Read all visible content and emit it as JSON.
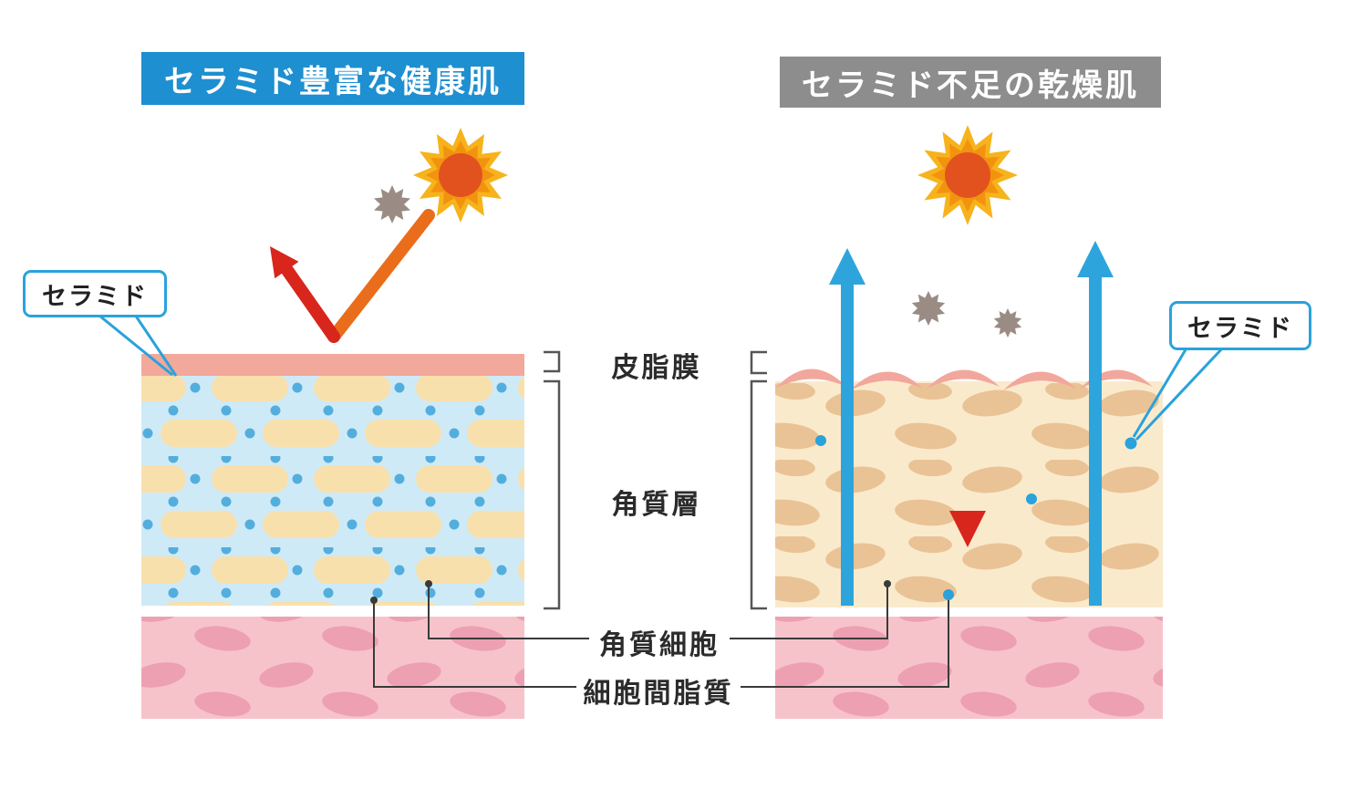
{
  "diagram": {
    "left_panel": {
      "title": "セラミド豊富な健康肌",
      "callout": "セラミド"
    },
    "right_panel": {
      "title": "セラミド不足の乾燥肌",
      "callout": "セラミド"
    },
    "layer_labels": {
      "sebum_film": "皮脂膜",
      "stratum_corneum": "角質層",
      "corneocyte": "角質細胞",
      "intercellular_lipid": "細胞間脂質"
    }
  },
  "colors": {
    "title_blue": "#1e8fd0",
    "title_gray": "#8d8d8d",
    "accent_blue": "#2aa2db",
    "arrow_blue": "#2ea4dc",
    "arrow_red": "#d8261c",
    "arrow_orange": "#ea6d1c",
    "sun_yellow": "#f7b31c",
    "sun_core": "#e2521f",
    "allergen_gray": "#9a8c85",
    "sebum_pink": "#f2a89b",
    "stratum_blue": "#cfeaf7",
    "cell_cream": "#f8e0ad",
    "dot_blue": "#53aedd",
    "dermis_pink": "#f7c3cb",
    "dermis_oval_pink": "#eda0b2",
    "dry_beige": "#faeacc",
    "dry_cell_tan": "#e9c396"
  }
}
